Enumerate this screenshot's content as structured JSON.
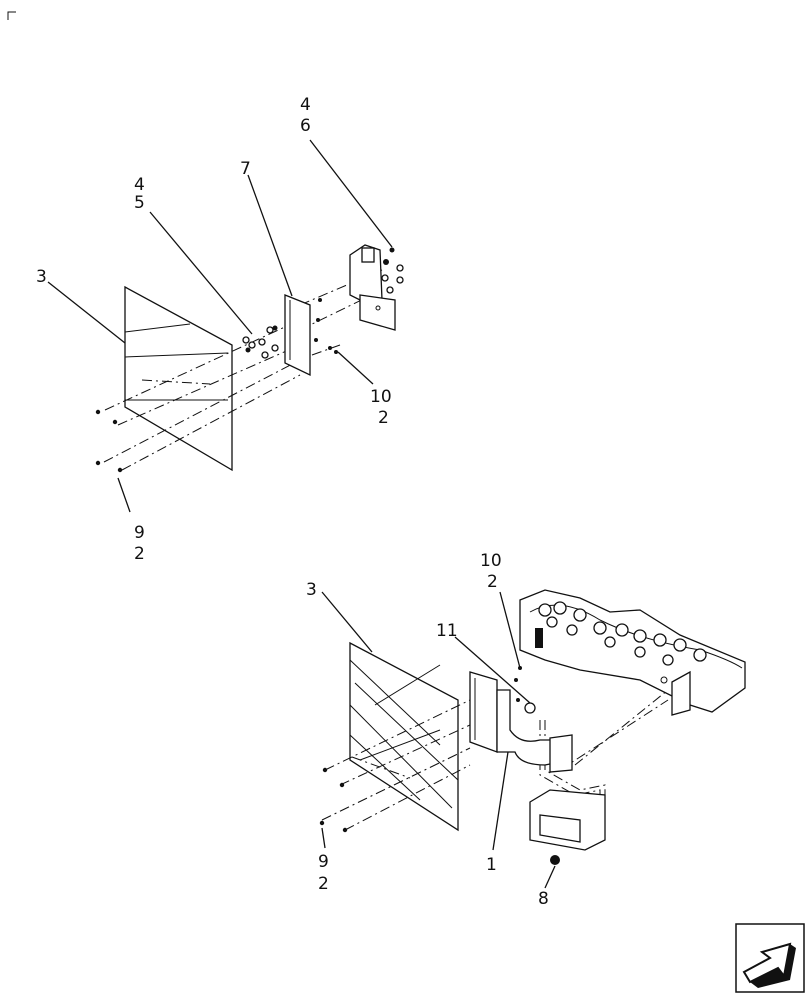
{
  "top_assembly": {
    "callouts": {
      "c3": "3",
      "c7": "7",
      "c4a": "4",
      "c5": "5",
      "c4b": "4",
      "c6": "6",
      "c10": "10",
      "c10q": "2",
      "c9": "9",
      "c9q": "2"
    }
  },
  "bottom_assembly": {
    "callouts": {
      "c3": "3",
      "c10": "10",
      "c10q": "2",
      "c11": "11",
      "c1": "1",
      "c8": "8",
      "c9": "9",
      "c9q": "2"
    }
  },
  "nav": {
    "icon": "next-page-arrow-icon"
  }
}
